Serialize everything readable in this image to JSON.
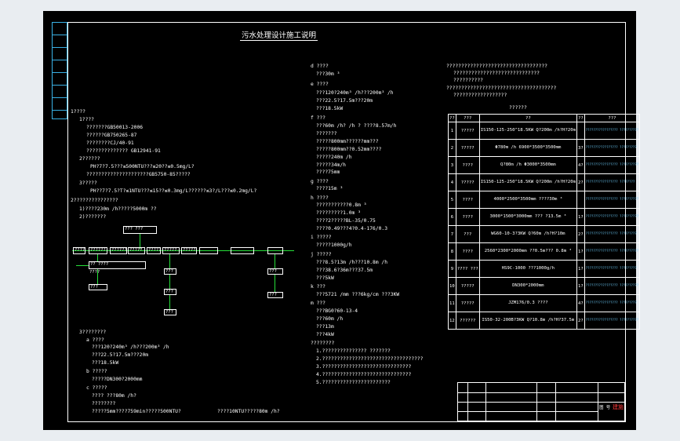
{
  "title": "污水处理设计施工说明",
  "margin_strip": [
    "",
    "",
    "",
    "",
    "",
    "",
    "",
    ""
  ],
  "left": {
    "s1": "1????",
    "s1a": "1????",
    "s1a1": "???????GB50013-2006",
    "s1a2": "??????GB750265-87",
    "s1a3": "????????CJ/40-91",
    "s1a4": "?????????????? GB12941-91",
    "s1b": "2??????",
    "s1b1": "PH?7?7.5???≤500NTU???≤20??≤0.5mg/L?",
    "s1b2": "?????????????????????GB5750-85?????",
    "s1c": "3?????",
    "s1c1": "PH??7?7.5?T?≤1NTU???≤15??≤0.3mg/L??????≤3?/L???≤0.2mg/L?",
    "s2": "2???????????????",
    "s2a": "1)????230m  /h?????5000m  ??",
    "s2b": "2)???????",
    "s3": "3????????",
    "s3a": "a ????",
    "s3a1": "???120?240m³ /h???200m³ /h",
    "s3a2": "???22.5?17.5m???20m",
    "s3a3": "???18.5kW",
    "s3b": "b ?????",
    "s3b1": "?????DN300?2000mm",
    "s3c": "c ?????",
    "s3c1": "????       ???80m  /h?",
    "s3c2": "????????",
    "s3c3": "?????5mm????759min?????500NTU?",
    "s3c4": "????10NTU?????80m  /h?"
  },
  "flow": {
    "top": "??? ???",
    "row": [
      "?????",
      "??????",
      "??????",
      "?????",
      "??????",
      "?????",
      "??????",
      "",
      "",
      ""
    ],
    "b1": "?? ????",
    "b1b": "????",
    "b2": "???",
    "b3": "???",
    "b4": "???",
    "b5": "???",
    "b6": "???",
    "b7": "???"
  },
  "middle": {
    "d": "d ????",
    "d1": "???30m  ³",
    "e": "e ????",
    "e1": "???120?240m³ /h???200m³ /h",
    "e2": "???22.5?17.5m???20m",
    "e3": "???18.5kW",
    "f": "f ???",
    "f1": "???60m /h?  /h ?    ????8.57m/h",
    "f2": "???????",
    "f3": "?????800mm??????mm???",
    "f4": "?????800mm??0.52mm????",
    "f5": "?????240m  /h",
    "f6": "?????34m/h",
    "f7": "????75mm",
    "g": "g ????",
    "g1": "????15m  ³",
    "h": "h ????",
    "h1": "???????????0.8m      ³",
    "h2": "?????????1.0m       ³",
    "h3": "????2?????BL-35/0.75",
    "h4": "????0.49???4?0.4-176/0.3",
    "i": "i ?????",
    "i1": "?????1000g/h",
    "j": "j ?????",
    "j1": "???8.5?13m /h???10.8m /h",
    "j2": "???38.6?36m???37.5m",
    "j3": "???5kW",
    "k": "k ???",
    "k1": "???5721 /mm      ???6kg/cm       ???3KW",
    "m": "m ???",
    "m1": "???BG0?60-13-4",
    "m2": "???60m  /h",
    "m3": "???13m",
    "m4": "???4kW",
    "n": "????????",
    "n1": "1.??????????????? ???????",
    "n2": "2.??????????????????????????????????",
    "n3": "3.??????????????????????????????",
    "n4": "4.??????????????????????????????",
    "n5": "5.???????????????????????"
  },
  "right": {
    "note1": "??????????????????????????????????",
    "note2": "?????????????????????????????",
    "note3": "??????????",
    "note4": "?????????????????????????????????????",
    "note5": "??????????????????",
    "table_title": "??????",
    "headers": [
      "??",
      "???",
      "??",
      "??",
      "???"
    ],
    "rows": [
      {
        "no": "1",
        "name": "?????",
        "spec": "IS150-125-250^18.5KW Q?200m /h?H?20m",
        "qty": "",
        "note": "????????????????? ??????????"
      },
      {
        "no": "2",
        "name": "?????",
        "spec": "Φ780m  /h 6900*3500*3500mm",
        "qty": "3?",
        "note": "????????????????? ?????????"
      },
      {
        "no": "3",
        "name": "????",
        "spec": "Q?80m  /h Φ3000*3500mm",
        "qty": "4?",
        "note": "????????????????? ??????????"
      },
      {
        "no": "4",
        "name": "?????",
        "spec": "IS150-125-250^18.5KW Q?200m /h?H?20m",
        "qty": "2?",
        "note": "????????????????? ????????"
      },
      {
        "no": "5",
        "name": "????",
        "spec": "4000*2500*3500mm ????30m  ³",
        "qty": "",
        "note": "????????????????? ??????????"
      },
      {
        "no": "6",
        "name": "????",
        "spec": "3000*1500*3000mm ???   ?13.5m  ³",
        "qty": "1?",
        "note": "????????????????? ??????????"
      },
      {
        "no": "7",
        "name": "???",
        "spec": "WG60-10-3?3KW Q?60m  /h?H?10m",
        "qty": "2?",
        "note": "????????????????? ?????????"
      },
      {
        "no": "8",
        "name": "????",
        "spec": "2560*2300*2000mm ??0.5m??? 0.8m  ³",
        "qty": "1?",
        "note": "????????????????? ??????????"
      },
      {
        "no": "9",
        "name": "???? ???",
        "spec": "HS9C-1000 ???1000g/h",
        "qty": "1?",
        "note": "????????????????? ?????????"
      },
      {
        "no": "10",
        "name": "?????",
        "spec": "DN300*2000mm",
        "qty": "1?",
        "note": "????????????????? ??????????"
      },
      {
        "no": "11",
        "name": "?????",
        "spec": "JZM176/0.3 ????",
        "qty": "4?",
        "note": "????????????????? ?????????"
      },
      {
        "no": "12",
        "name": "??????",
        "spec": "IS50-32-200B?3KW Q?10.8m /h?H?37.5m",
        "qty": "2?",
        "note": "????????????????? ??????????"
      }
    ]
  },
  "titleblock": {
    "label": "图 号",
    "stamp": "建施"
  }
}
